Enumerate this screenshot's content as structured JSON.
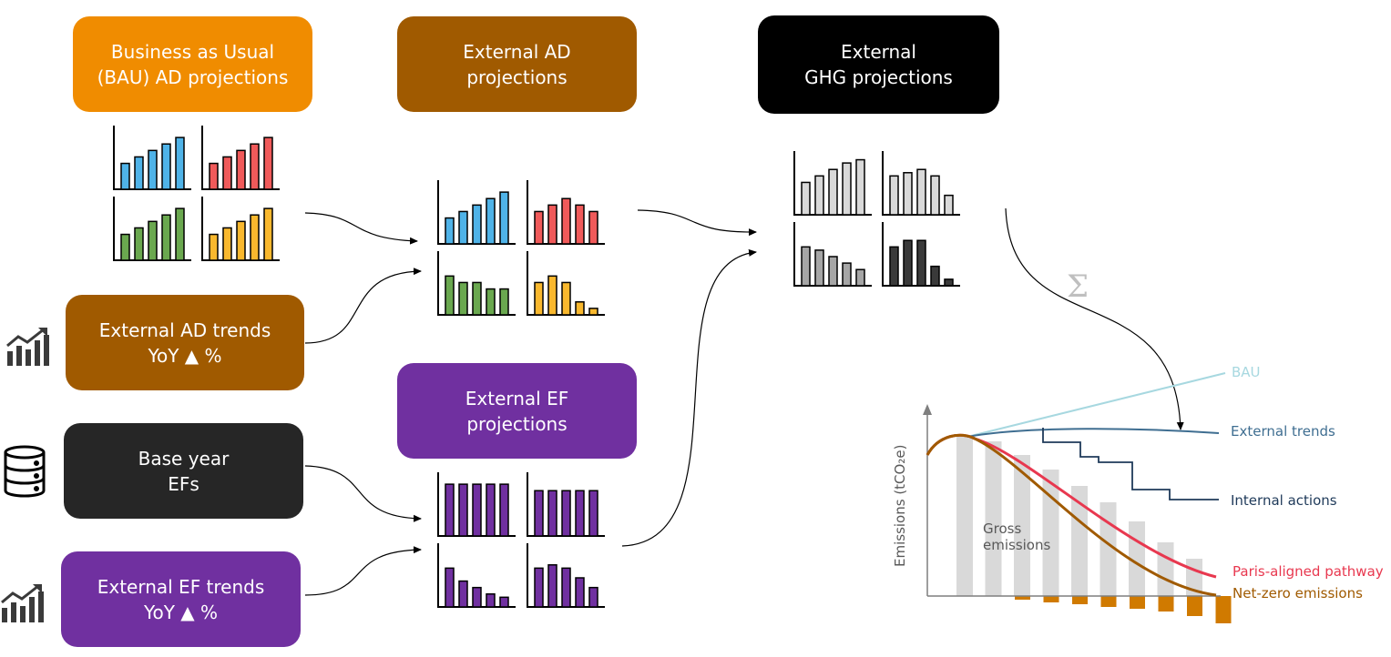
{
  "colors": {
    "orange": "#F08C00",
    "brown": "#A05A00",
    "black": "#000000",
    "dark_gray": "#262626",
    "purple": "#7030A0",
    "blue_bar": "#4FB3E8",
    "red_bar": "#F05A5A",
    "green_bar": "#6AA84F",
    "yellow_bar": "#F9B82E",
    "purple_bar": "#7030A0",
    "bau_line": "#A7D8E0",
    "external_trends_line": "#3F6E91",
    "internal_actions_line": "#1F3A5A",
    "paris_line": "#E8384F",
    "netzero_line": "#A05A00",
    "gross_bar": "#D9D9D9",
    "removal_bar": "#D07A00"
  },
  "boxes": {
    "bau": {
      "line1": "Business as Usual",
      "line2": "(BAU) AD projections"
    },
    "ext_ad_proj": {
      "line1": "External AD",
      "line2": "projections"
    },
    "ext_ghg_proj": {
      "line1": "External",
      "line2": "GHG projections"
    },
    "ext_ad_trends": {
      "line1": "External AD trends",
      "line2": "YoY ▲ %"
    },
    "base_year": {
      "line1": "Base year",
      "line2": "EFs"
    },
    "ext_ef_proj": {
      "line1": "External EF",
      "line2": "projections"
    },
    "ext_ef_trends": {
      "line1": "External EF trends",
      "line2": "YoY ▲ %"
    }
  },
  "icons": {
    "trend1": "growth-chart-icon",
    "database": "database-icon",
    "trend2": "growth-chart-icon"
  },
  "sigma": "Σ",
  "mini_charts": {
    "bau": [
      [
        4,
        5,
        6,
        7,
        8
      ],
      [
        4,
        5,
        6,
        7,
        8
      ],
      [
        4,
        5,
        6,
        7,
        8
      ],
      [
        4,
        5,
        6,
        7,
        8
      ]
    ],
    "ext_ad": [
      [
        4,
        5,
        6,
        7,
        8
      ],
      [
        5,
        6,
        7,
        6,
        5
      ],
      [
        6,
        5,
        5,
        4,
        4
      ],
      [
        5,
        6,
        5,
        2,
        1
      ]
    ],
    "ext_ef": [
      [
        8,
        8,
        8,
        8,
        8
      ],
      [
        7,
        7,
        7,
        7,
        7
      ],
      [
        6,
        4,
        3,
        2,
        1.5
      ],
      [
        6,
        6.5,
        6,
        4.5,
        3
      ]
    ],
    "ghg": [
      [
        5,
        6,
        7,
        8,
        8.5
      ],
      [
        6,
        6.5,
        7,
        6,
        3
      ],
      [
        6,
        5.5,
        4.5,
        3.5,
        2.5
      ],
      [
        6,
        7,
        7,
        3,
        1
      ]
    ]
  },
  "chart_data": {
    "type": "line",
    "title": "",
    "xlabel": "",
    "ylabel": "Emissions (tCO₂e)",
    "series": [
      {
        "name": "BAU"
      },
      {
        "name": "External trends"
      },
      {
        "name": "Internal actions"
      },
      {
        "name": "Paris-aligned pathway"
      },
      {
        "name": "Net-zero emissions"
      }
    ],
    "bar_label": "Gross emissions"
  }
}
